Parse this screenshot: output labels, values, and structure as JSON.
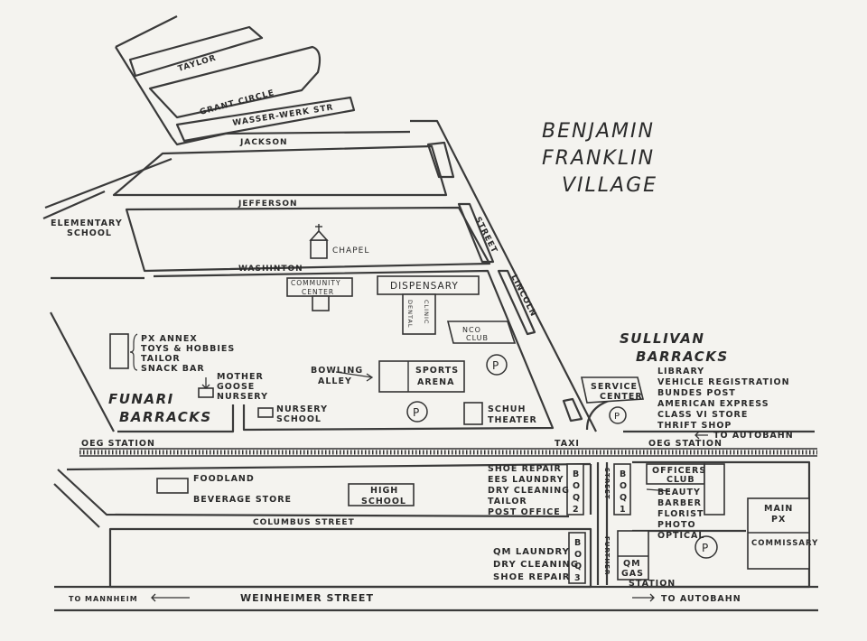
{
  "title": [
    "BENJAMIN",
    "FRANKLIN",
    "VILLAGE"
  ],
  "streets": {
    "taylor": "TAYLOR",
    "grant_circle": "GRANT CIRCLE",
    "wasser_werk": "WASSER-WERK STR",
    "jackson": "JACKSON",
    "jefferson": "JEFFERSON",
    "washinton": "WASHINTON",
    "lincoln": "LINCOLN",
    "street": "STREET",
    "columbus": "COLUMBUS STREET",
    "weinheimer": "WEINHEIMER STREET",
    "further_street": "FURTHER",
    "street_vertical": "STREET"
  },
  "labels": {
    "elementary_school": [
      "ELEMENTARY",
      "SCHOOL"
    ],
    "chapel": "CHAPEL",
    "community_center": [
      "COMMUNITY",
      "CENTER"
    ],
    "dispensary": "DISPENSARY",
    "dental": "DENTAL",
    "clinic": "CLINIC",
    "nco_club": [
      "NCO",
      "CLUB"
    ],
    "px_annex": [
      "PX ANNEX",
      "TOYS & HOBBIES",
      "TAILOR",
      "SNACK BAR"
    ],
    "mother_goose": [
      "MOTHER",
      "GOOSE",
      "NURSERY"
    ],
    "funari": [
      "FUNARI",
      "BARRACKS"
    ],
    "nursery_school": [
      "NURSERY",
      "SCHOOL"
    ],
    "bowling_alley": [
      "BOWLING",
      "ALLEY"
    ],
    "sports_arena": [
      "SPORTS",
      "ARENA"
    ],
    "schuh_theater": [
      "SCHUH",
      "THEATER"
    ],
    "sullivan": [
      "SULLIVAN",
      "BARRACKS"
    ],
    "sullivan_list": [
      "LIBRARY",
      "VEHICLE REGISTRATION",
      "BUNDES POST",
      "AMERICAN EXPRESS",
      "CLASS VI STORE",
      "THRIFT SHOP"
    ],
    "service_center": [
      "SERVICE",
      "CENTER"
    ],
    "parking": "P",
    "oeg_left": "OEG STATION",
    "oeg_right": "OEG STATION",
    "taxi": "TAXI",
    "to_autobahn_top": "TO AUTOBAHN",
    "foodland": "FOODLAND",
    "beverage_store": "BEVERAGE STORE",
    "high_school": [
      "HIGH",
      "SCHOOL"
    ],
    "shoe_repair_group": [
      "SHOE REPAIR",
      "EES LAUNDRY",
      "DRY CLEANING",
      "TAILOR",
      "POST OFFICE"
    ],
    "boq2": [
      "B",
      "O",
      "Q",
      "2"
    ],
    "boq1": [
      "B",
      "O",
      "Q",
      "1"
    ],
    "boq3": [
      "B",
      "O",
      "Q",
      "3"
    ],
    "officers_club": [
      "OFFICERS",
      "CLUB"
    ],
    "beauty_group": [
      "BEAUTY",
      "BARBER",
      "FLORIST",
      "PHOTO",
      "OPTICAL"
    ],
    "main_px": [
      "MAIN",
      "PX"
    ],
    "commissary": "COMMISSARY",
    "qm_laundry_group": [
      "QM LAUNDRY",
      "DRY CLEANING",
      "SHOE REPAIR"
    ],
    "qm_gas": [
      "QM",
      "GAS",
      "STATION"
    ],
    "to_mannheim": "TO MANNHEIM",
    "to_autobahn_bottom": "TO AUTOBAHN"
  }
}
